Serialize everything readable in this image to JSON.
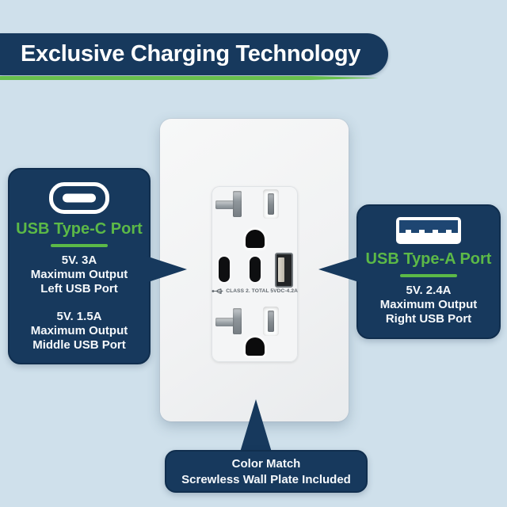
{
  "colors": {
    "background": "#cfe0eb",
    "navy": "#17395d",
    "accent_green": "#5cb947",
    "banner_underline_green": "#67c04c",
    "plate_white": "#f1f2f3",
    "usb_a_icon_blue": "#1e4672"
  },
  "banner": {
    "title": "Exclusive Charging Technology"
  },
  "callouts": {
    "type_c": {
      "icon": "usb-type-c-icon",
      "title": "USB Type-C Port",
      "specs": [
        {
          "lines": [
            "5V. 3A",
            "Maximum Output",
            "Left USB Port"
          ]
        },
        {
          "lines": [
            "5V. 1.5A",
            "Maximum Output",
            "Middle USB Port"
          ]
        }
      ]
    },
    "type_a": {
      "icon": "usb-type-a-icon",
      "title": "USB Type-A Port",
      "specs": [
        {
          "lines": [
            "5V. 2.4A",
            "Maximum Output",
            "Right USB Port"
          ]
        }
      ]
    },
    "wall_plate": {
      "lines": [
        "Color Match",
        "Screwless Wall Plate Included"
      ]
    }
  },
  "outlet": {
    "rating_icon": "usb-trident-icon",
    "rating_label": "CLASS 2. TOTAL 5VDC-4.2A"
  }
}
